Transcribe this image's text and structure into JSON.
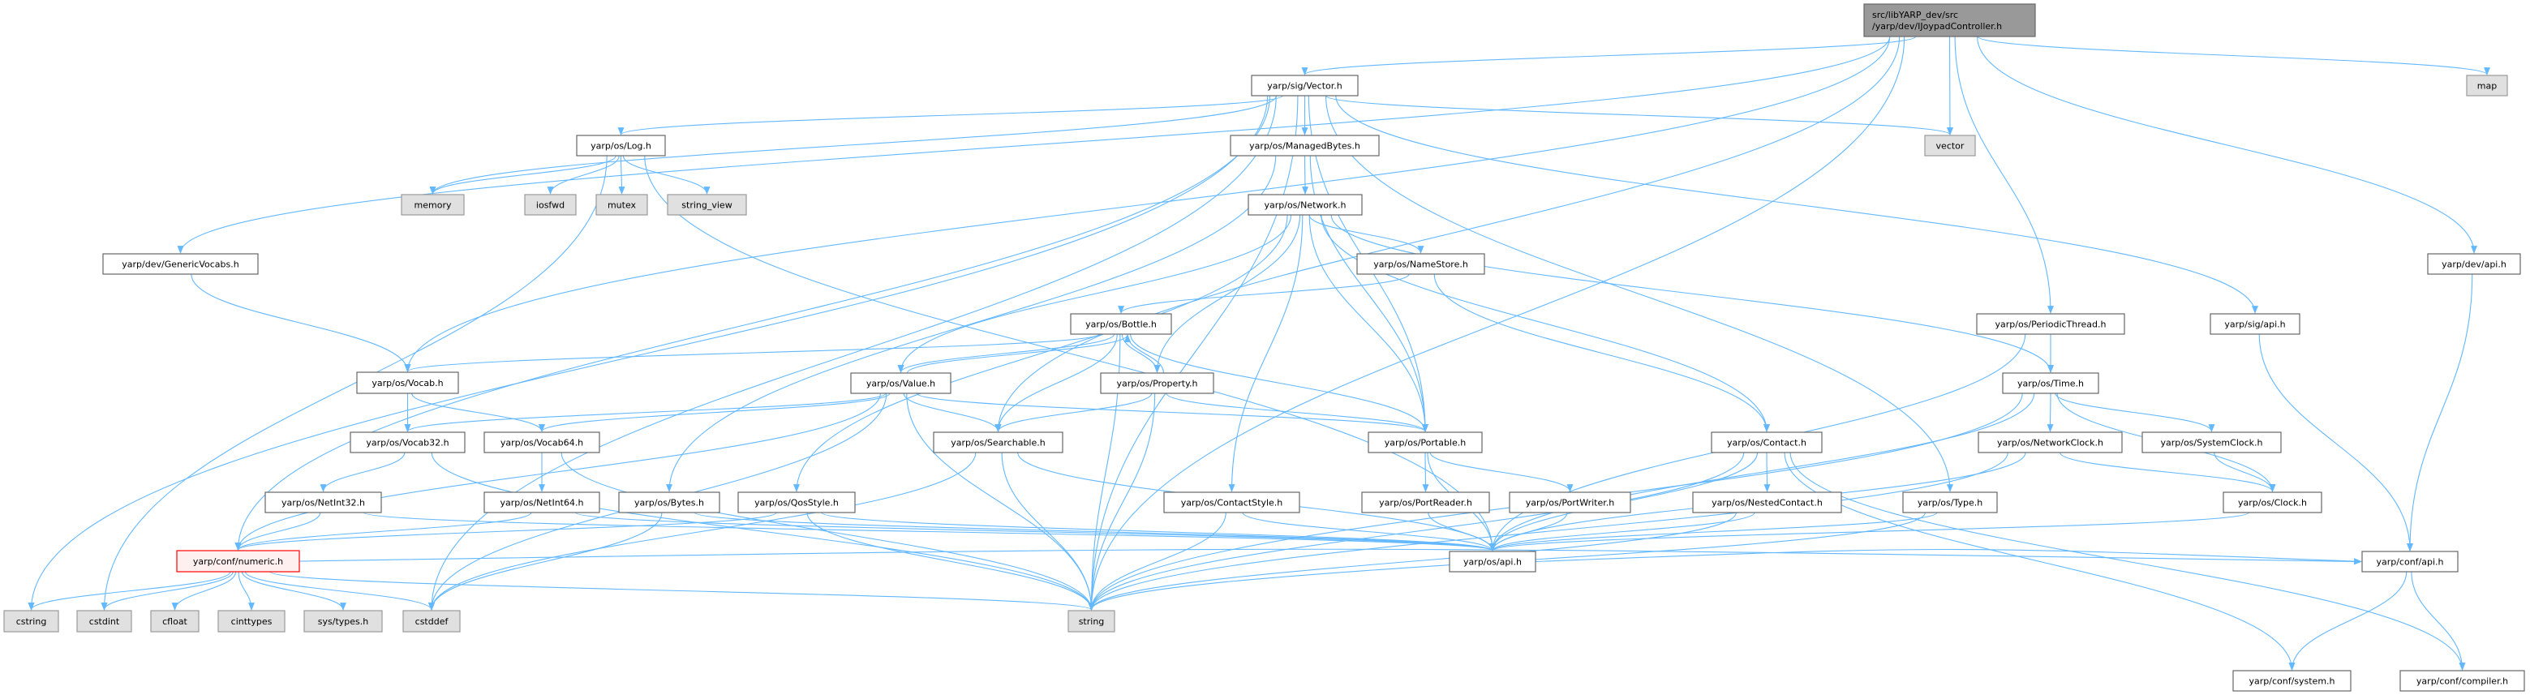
{
  "graph": {
    "title": "Include dependency graph for IJoypadController.h",
    "edge_color": "#63b8ff",
    "colors": {
      "root_fill": "#999999",
      "root_border": "#666666",
      "normal_fill": "#ffffff",
      "normal_border": "#666666",
      "external_fill": "#e0e0e0",
      "external_border": "#999999",
      "truncated_fill": "#fff0f0",
      "truncated_border": "#ff0000"
    },
    "nodes": [
      {
        "id": "root",
        "kind": "root",
        "lines": [
          "src/libYARP_dev/src",
          "/yarp/dev/IJoypadController.h"
        ]
      },
      {
        "id": "sigvector",
        "kind": "normal",
        "lines": [
          "yarp/sig/Vector.h"
        ]
      },
      {
        "id": "map",
        "kind": "external",
        "lines": [
          "map"
        ]
      },
      {
        "id": "log",
        "kind": "normal",
        "lines": [
          "yarp/os/Log.h"
        ]
      },
      {
        "id": "managed",
        "kind": "normal",
        "lines": [
          "yarp/os/ManagedBytes.h"
        ]
      },
      {
        "id": "vector",
        "kind": "external",
        "lines": [
          "vector"
        ]
      },
      {
        "id": "memory",
        "kind": "external",
        "lines": [
          "memory"
        ]
      },
      {
        "id": "iosfwd",
        "kind": "external",
        "lines": [
          "iosfwd"
        ]
      },
      {
        "id": "mutex",
        "kind": "external",
        "lines": [
          "mutex"
        ]
      },
      {
        "id": "string_view",
        "kind": "external",
        "lines": [
          "string_view"
        ]
      },
      {
        "id": "network",
        "kind": "normal",
        "lines": [
          "yarp/os/Network.h"
        ]
      },
      {
        "id": "generic",
        "kind": "normal",
        "lines": [
          "yarp/dev/GenericVocabs.h"
        ]
      },
      {
        "id": "namestore",
        "kind": "normal",
        "lines": [
          "yarp/os/NameStore.h"
        ]
      },
      {
        "id": "devapi",
        "kind": "normal",
        "lines": [
          "yarp/dev/api.h"
        ]
      },
      {
        "id": "bottle",
        "kind": "normal",
        "lines": [
          "yarp/os/Bottle.h"
        ]
      },
      {
        "id": "periodic",
        "kind": "normal",
        "lines": [
          "yarp/os/PeriodicThread.h"
        ]
      },
      {
        "id": "sigapi",
        "kind": "normal",
        "lines": [
          "yarp/sig/api.h"
        ]
      },
      {
        "id": "vocab",
        "kind": "normal",
        "lines": [
          "yarp/os/Vocab.h"
        ]
      },
      {
        "id": "value",
        "kind": "normal",
        "lines": [
          "yarp/os/Value.h"
        ]
      },
      {
        "id": "property",
        "kind": "normal",
        "lines": [
          "yarp/os/Property.h"
        ]
      },
      {
        "id": "time",
        "kind": "normal",
        "lines": [
          "yarp/os/Time.h"
        ]
      },
      {
        "id": "vocab32",
        "kind": "normal",
        "lines": [
          "yarp/os/Vocab32.h"
        ]
      },
      {
        "id": "vocab64",
        "kind": "normal",
        "lines": [
          "yarp/os/Vocab64.h"
        ]
      },
      {
        "id": "searchable",
        "kind": "normal",
        "lines": [
          "yarp/os/Searchable.h"
        ]
      },
      {
        "id": "portable",
        "kind": "normal",
        "lines": [
          "yarp/os/Portable.h"
        ]
      },
      {
        "id": "contact",
        "kind": "normal",
        "lines": [
          "yarp/os/Contact.h"
        ]
      },
      {
        "id": "netclock",
        "kind": "normal",
        "lines": [
          "yarp/os/NetworkClock.h"
        ]
      },
      {
        "id": "sysclock",
        "kind": "normal",
        "lines": [
          "yarp/os/SystemClock.h"
        ]
      },
      {
        "id": "netint32",
        "kind": "normal",
        "lines": [
          "yarp/os/NetInt32.h"
        ]
      },
      {
        "id": "netint64",
        "kind": "normal",
        "lines": [
          "yarp/os/NetInt64.h"
        ]
      },
      {
        "id": "bytes",
        "kind": "normal",
        "lines": [
          "yarp/os/Bytes.h"
        ]
      },
      {
        "id": "qos",
        "kind": "normal",
        "lines": [
          "yarp/os/QosStyle.h"
        ]
      },
      {
        "id": "contactstyle",
        "kind": "normal",
        "lines": [
          "yarp/os/ContactStyle.h"
        ]
      },
      {
        "id": "portreader",
        "kind": "normal",
        "lines": [
          "yarp/os/PortReader.h"
        ]
      },
      {
        "id": "portwriter",
        "kind": "normal",
        "lines": [
          "yarp/os/PortWriter.h"
        ]
      },
      {
        "id": "nested",
        "kind": "normal",
        "lines": [
          "yarp/os/NestedContact.h"
        ]
      },
      {
        "id": "type",
        "kind": "normal",
        "lines": [
          "yarp/os/Type.h"
        ]
      },
      {
        "id": "clock",
        "kind": "normal",
        "lines": [
          "yarp/os/Clock.h"
        ]
      },
      {
        "id": "numeric",
        "kind": "truncated",
        "lines": [
          "yarp/conf/numeric.h"
        ]
      },
      {
        "id": "osapi",
        "kind": "normal",
        "lines": [
          "yarp/os/api.h"
        ]
      },
      {
        "id": "confapi",
        "kind": "normal",
        "lines": [
          "yarp/conf/api.h"
        ]
      },
      {
        "id": "cstring",
        "kind": "external",
        "lines": [
          "cstring"
        ]
      },
      {
        "id": "cstdint",
        "kind": "external",
        "lines": [
          "cstdint"
        ]
      },
      {
        "id": "cfloat",
        "kind": "external",
        "lines": [
          "cfloat"
        ]
      },
      {
        "id": "cinttypes",
        "kind": "external",
        "lines": [
          "cinttypes"
        ]
      },
      {
        "id": "systypes",
        "kind": "external",
        "lines": [
          "sys/types.h"
        ]
      },
      {
        "id": "cstddef",
        "kind": "external",
        "lines": [
          "cstddef"
        ]
      },
      {
        "id": "string",
        "kind": "external",
        "lines": [
          "string"
        ]
      },
      {
        "id": "system",
        "kind": "normal",
        "lines": [
          "yarp/conf/system.h"
        ]
      },
      {
        "id": "compiler",
        "kind": "normal",
        "lines": [
          "yarp/conf/compiler.h"
        ]
      }
    ],
    "edges": [
      [
        "root",
        "sigvector"
      ],
      [
        "root",
        "map"
      ],
      [
        "root",
        "vector"
      ],
      [
        "root",
        "generic"
      ],
      [
        "root",
        "vocab"
      ],
      [
        "root",
        "searchable"
      ],
      [
        "root",
        "periodic"
      ],
      [
        "root",
        "devapi"
      ],
      [
        "root",
        "string"
      ],
      [
        "sigvector",
        "log"
      ],
      [
        "sigvector",
        "managed"
      ],
      [
        "sigvector",
        "memory"
      ],
      [
        "sigvector",
        "cstring"
      ],
      [
        "sigvector",
        "cstddef"
      ],
      [
        "sigvector",
        "vector"
      ],
      [
        "sigvector",
        "string"
      ],
      [
        "sigvector",
        "portable"
      ],
      [
        "sigvector",
        "type"
      ],
      [
        "sigvector",
        "sigapi"
      ],
      [
        "sigvector",
        "numeric"
      ],
      [
        "log",
        "memory"
      ],
      [
        "log",
        "iosfwd"
      ],
      [
        "log",
        "mutex"
      ],
      [
        "log",
        "string_view"
      ],
      [
        "log",
        "cstdint"
      ],
      [
        "log",
        "osapi"
      ],
      [
        "managed",
        "network"
      ],
      [
        "managed",
        "bytes"
      ],
      [
        "managed",
        "portable"
      ],
      [
        "network",
        "namestore"
      ],
      [
        "network",
        "contact"
      ],
      [
        "network",
        "value"
      ],
      [
        "network",
        "portable"
      ],
      [
        "network",
        "property"
      ],
      [
        "network",
        "qos"
      ],
      [
        "network",
        "contactstyle"
      ],
      [
        "network",
        "time"
      ],
      [
        "namestore",
        "bottle"
      ],
      [
        "namestore",
        "contact"
      ],
      [
        "generic",
        "vocab"
      ],
      [
        "bottle",
        "vocab"
      ],
      [
        "bottle",
        "value"
      ],
      [
        "bottle",
        "property"
      ],
      [
        "bottle",
        "searchable"
      ],
      [
        "bottle",
        "portable"
      ],
      [
        "bottle",
        "string"
      ],
      [
        "value",
        "bottle"
      ],
      [
        "value",
        "vocab32"
      ],
      [
        "value",
        "vocab64"
      ],
      [
        "value",
        "searchable"
      ],
      [
        "value",
        "portable"
      ],
      [
        "value",
        "numeric"
      ],
      [
        "value",
        "string"
      ],
      [
        "value",
        "cstddef"
      ],
      [
        "property",
        "bottle"
      ],
      [
        "property",
        "searchable"
      ],
      [
        "property",
        "portable"
      ],
      [
        "property",
        "string"
      ],
      [
        "vocab",
        "vocab32"
      ],
      [
        "vocab",
        "vocab64"
      ],
      [
        "vocab32",
        "netint32"
      ],
      [
        "vocab32",
        "string"
      ],
      [
        "vocab64",
        "netint64"
      ],
      [
        "vocab64",
        "string"
      ],
      [
        "netint32",
        "numeric"
      ],
      [
        "netint32",
        "osapi"
      ],
      [
        "netint64",
        "numeric"
      ],
      [
        "netint64",
        "osapi"
      ],
      [
        "bytes",
        "cstddef"
      ],
      [
        "bytes",
        "osapi"
      ],
      [
        "qos",
        "numeric"
      ],
      [
        "qos",
        "string"
      ],
      [
        "qos",
        "osapi"
      ],
      [
        "searchable",
        "osapi"
      ],
      [
        "searchable",
        "string"
      ],
      [
        "searchable",
        "cstddef"
      ],
      [
        "portable",
        "portreader"
      ],
      [
        "portable",
        "portwriter"
      ],
      [
        "portable",
        "osapi"
      ],
      [
        "portreader",
        "osapi"
      ],
      [
        "portwriter",
        "osapi"
      ],
      [
        "contactstyle",
        "osapi"
      ],
      [
        "contactstyle",
        "string"
      ],
      [
        "contact",
        "nested"
      ],
      [
        "contact",
        "osapi"
      ],
      [
        "contact",
        "string"
      ],
      [
        "contact",
        "system"
      ],
      [
        "contact",
        "compiler"
      ],
      [
        "nested",
        "osapi"
      ],
      [
        "nested",
        "string"
      ],
      [
        "type",
        "osapi"
      ],
      [
        "type",
        "string"
      ],
      [
        "time",
        "netclock"
      ],
      [
        "time",
        "sysclock"
      ],
      [
        "time",
        "clock"
      ],
      [
        "time",
        "string"
      ],
      [
        "time",
        "osapi"
      ],
      [
        "netclock",
        "clock"
      ],
      [
        "netclock",
        "osapi"
      ],
      [
        "netclock",
        "string"
      ],
      [
        "sysclock",
        "clock"
      ],
      [
        "clock",
        "osapi"
      ],
      [
        "periodic",
        "time"
      ],
      [
        "periodic",
        "osapi"
      ],
      [
        "sigapi",
        "confapi"
      ],
      [
        "devapi",
        "confapi"
      ],
      [
        "numeric",
        "cstring"
      ],
      [
        "numeric",
        "cstdint"
      ],
      [
        "numeric",
        "cfloat"
      ],
      [
        "numeric",
        "cinttypes"
      ],
      [
        "numeric",
        "systypes"
      ],
      [
        "numeric",
        "cstddef"
      ],
      [
        "numeric",
        "string"
      ],
      [
        "numeric",
        "confapi"
      ],
      [
        "osapi",
        "confapi"
      ],
      [
        "confapi",
        "system"
      ],
      [
        "confapi",
        "compiler"
      ]
    ]
  }
}
